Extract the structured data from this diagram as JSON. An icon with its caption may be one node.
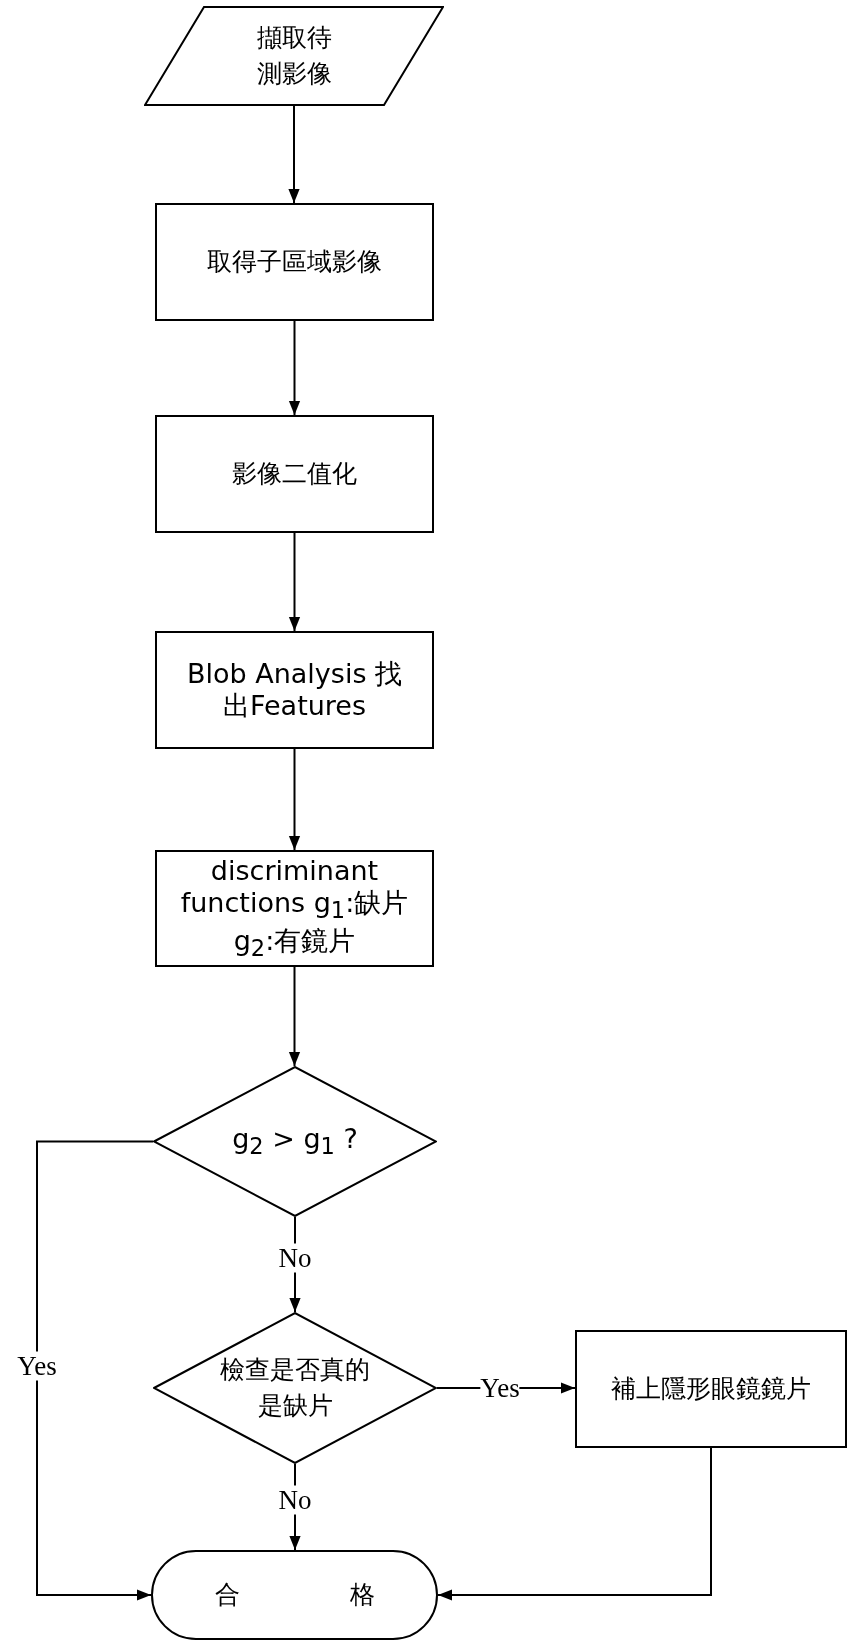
{
  "diagram": {
    "nodes": [
      {
        "text": [
          "擷取待測影像"
        ]
      },
      {
        "text": [
          "取得子區域影像"
        ]
      },
      {
        "text": [
          "影像二值化"
        ]
      },
      {
        "text": [
          "Blob Analysis 找出Features"
        ]
      },
      {
        "text": [
          "discriminant functions g$_{1}$:缺片 g$_{2}$:有鏡片"
        ]
      },
      {
        "text": [
          "g$_{2}$ > g$_{1}$ ?"
        ]
      },
      {
        "text": [
          "檢查是否真的是缺片"
        ]
      },
      {
        "text": [
          "補上隱形眼鏡鏡片"
        ]
      },
      {
        "text": [
          "合格"
        ]
      }
    ],
    "edges": [
      {
        "from": 0,
        "to": 1,
        "arrow": "to"
      },
      {
        "from": 1,
        "to": 2,
        "arrow": "to"
      },
      {
        "from": 2,
        "to": 3,
        "arrow": "to"
      },
      {
        "from": 3,
        "to": 4,
        "arrow": "to"
      },
      {
        "from": 4,
        "to": 5,
        "arrow": "to"
      },
      {
        "from": 5,
        "to": 8,
        "arrow": "to",
        "label": "Yes"
      },
      {
        "from": 5,
        "to": 6,
        "arrow": "to",
        "label": "No"
      },
      {
        "from": 6,
        "to": 7,
        "arrow": "to",
        "label": "Yes"
      },
      {
        "from": 6,
        "to": 8,
        "arrow": "to",
        "label": "No"
      },
      {
        "from": 7,
        "to": 8,
        "arrow": "to"
      }
    ]
  }
}
